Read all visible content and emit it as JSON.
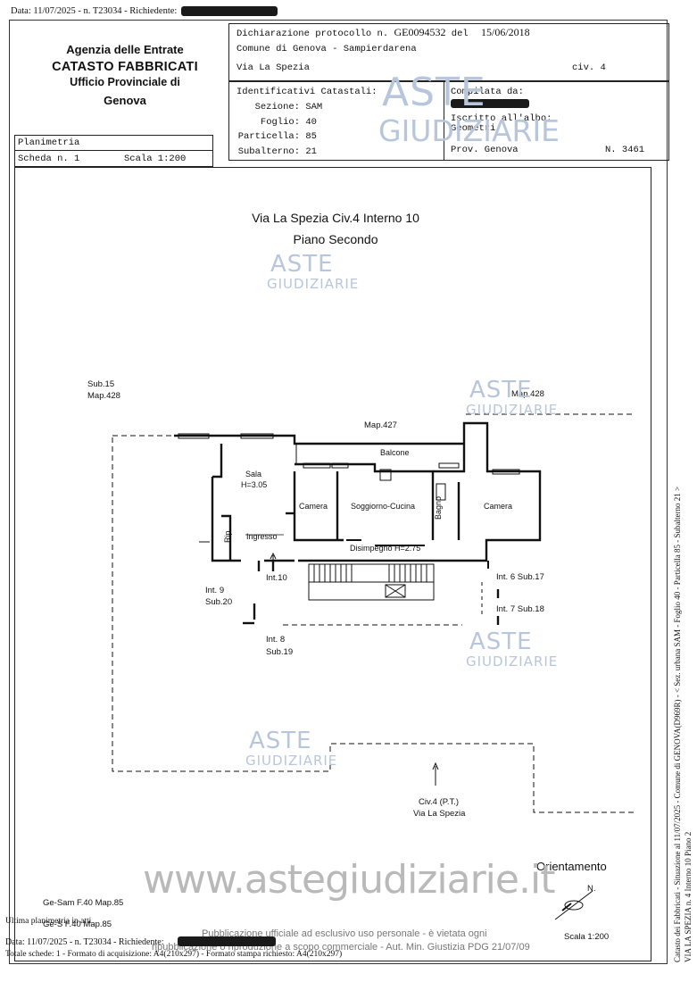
{
  "top_line": {
    "text": "Data: 11/07/2025 - n. T23034 - Richiedente:"
  },
  "agency": {
    "line1": "Agenzia delle Entrate",
    "line2": "CATASTO FABBRICATI",
    "line3": "Ufficio Provinciale di",
    "line4": "Genova"
  },
  "declaration": {
    "protocol_label": "Dichiarazione protocollo n.",
    "protocol_no": "GE0094532",
    "del_label": "del",
    "date": "15/06/2018",
    "comune": "Comune di Genova - Sampierdarena",
    "via": "Via La Spezia",
    "civ": "civ. 4"
  },
  "identificativi": {
    "title": "Identificativi Catastali:",
    "rows": [
      {
        "label": "Sezione:",
        "value": "SAM"
      },
      {
        "label": "Foglio:",
        "value": "40"
      },
      {
        "label": "Particella:",
        "value": "85"
      },
      {
        "label": "Subalterno:",
        "value": "21"
      }
    ]
  },
  "compilata": {
    "label": "Compilata da:",
    "iscritto": "Iscritto all'albo:",
    "albo": "Geometri",
    "prov": "Prov. Genova",
    "numero": "N. 3461"
  },
  "planimetria": {
    "label": "Planimetria",
    "scheda": "Scheda n. 1",
    "scala": "Scala 1:200"
  },
  "plan": {
    "title": "Via La Spezia Civ.4 Interno 10",
    "subtitle": "Piano Secondo",
    "labels": {
      "sub15": "Sub.15",
      "map428a": "Map.428",
      "map428b": "Map.428",
      "map427": "Map.427",
      "balcone": "Balcone",
      "sala": "Sala",
      "sala_h": "H=3.05",
      "camera1": "Camera",
      "soggiorno": "Soggiorno-Cucina",
      "bagno": "Bagno",
      "camera2": "Camera",
      "rip": "Rip.",
      "ingresso": "Ingresso",
      "disimpegno": "Disimpegno H=2.75",
      "int10": "Int.10",
      "int9": "Int. 9",
      "sub20": "Sub.20",
      "int8": "Int. 8",
      "sub19": "Sub.19",
      "int6": "Int. 6 Sub.17",
      "int7": "Int. 7 Sub.18",
      "civ4": "Civ.4 (P.T.)",
      "via": "Via La Spezia",
      "orientamento": "Orientamento",
      "north": "N.",
      "gesam1": "Ge-Sam F.40 Map.85",
      "gesam2": "Ge-S F.40 Map.85",
      "scala": "Scala 1:200"
    }
  },
  "watermark": {
    "aste": "ASTE",
    "giudiziarie": "GIUDIZIARIE",
    "site": "www.astegiudiziarie.it",
    "notice1": "Pubblicazione ufficiale ad esclusivo uso personale - è vietata ogni",
    "notice2": "ripubblicazione o riproduzione a scopo commerciale - Aut. Min. Giustizia PDG 21/07/09"
  },
  "side_text": {
    "line1": "Catasto dei Fabbricati - Situazione al 11/07/2025 - Comune di GENOVA(D969R) - < Sez. urbana SAM - Foglio 40 - Particella 85 - Subalterno 21 >",
    "line2": "VIA LA SPEZIA n. 4 Interno 10 Piano 2"
  },
  "footer": {
    "ultima": "Ultima planimetria in atti",
    "data": "Data: 11/07/2025 - n. T23034 - Richiedente:",
    "totale": "Totale schede: 1 - Formato di acquisizione: A4(210x297) - Formato stampa richiesto: A4(210x297)"
  }
}
